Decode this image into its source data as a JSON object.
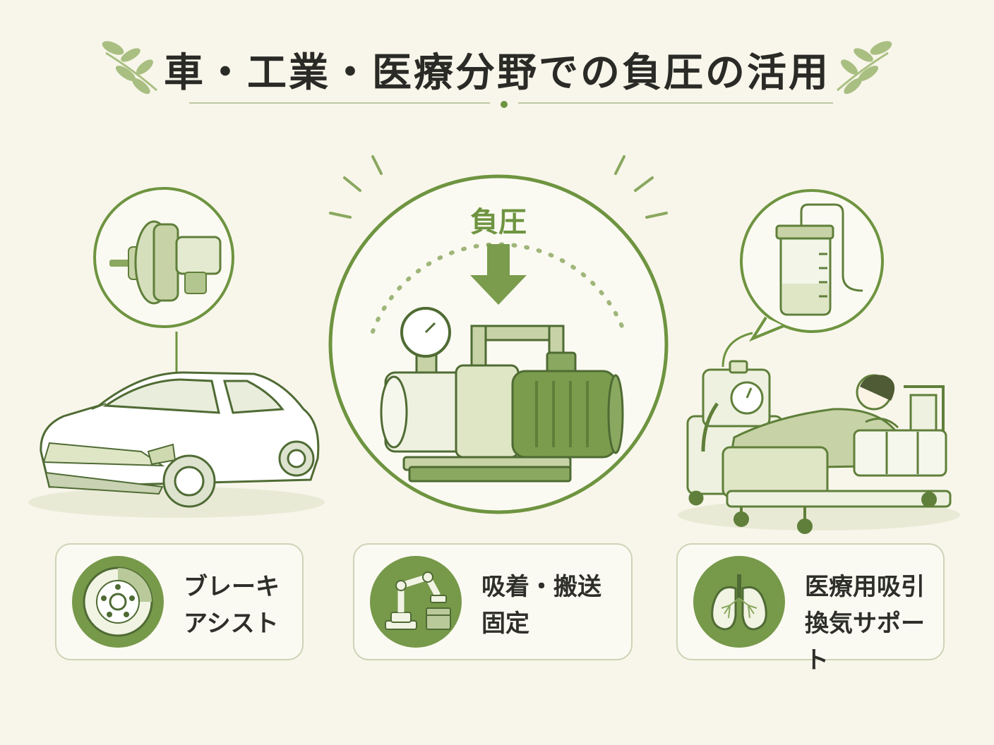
{
  "title": "車・工業・医療分野での負圧の活用",
  "center": {
    "label": "負圧"
  },
  "cards": [
    {
      "line1": "ブレーキ",
      "line2": "アシスト",
      "icon": "brake-disc-icon"
    },
    {
      "line1": "吸着・搬送",
      "line2": "固定",
      "icon": "robot-arm-icon"
    },
    {
      "line1": "医療用吸引",
      "line2": "換気サポート",
      "icon": "lungs-icon"
    }
  ],
  "colors": {
    "background": "#f8f6ea",
    "accent": "#77994a",
    "accent_light": "#dfe6c6",
    "line": "#6e9440"
  }
}
